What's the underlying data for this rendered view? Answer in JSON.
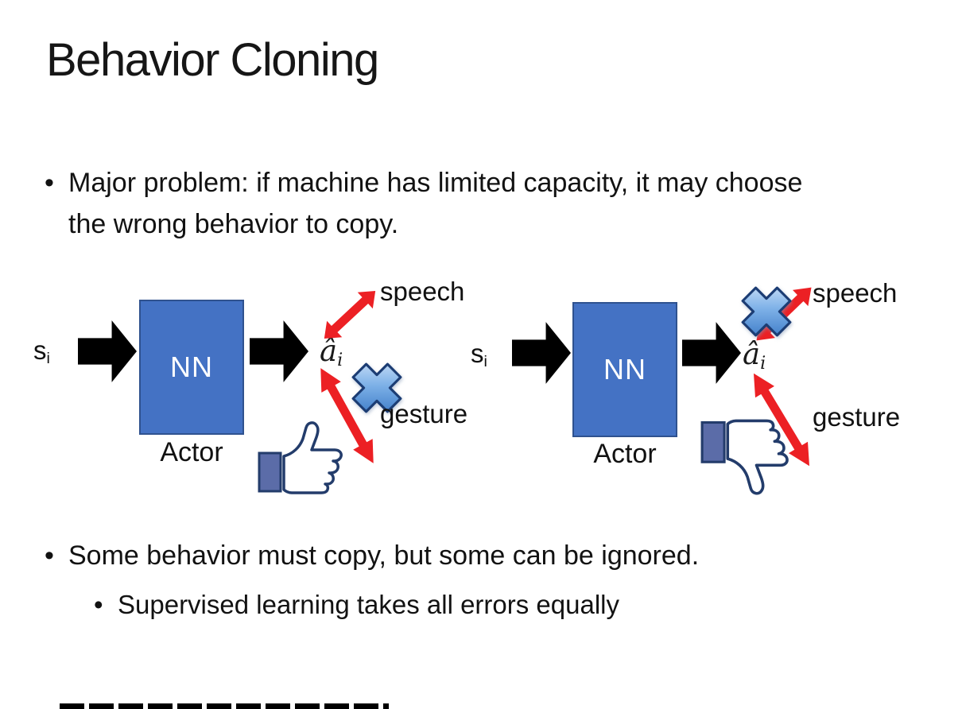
{
  "slide": {
    "title": "Behavior Cloning",
    "bullets": [
      {
        "level": 1,
        "text": "Major problem: if machine has limited capacity, it may choose the wrong behavior to copy."
      },
      {
        "level": 1,
        "text": "Some behavior must copy, but some can be ignored."
      },
      {
        "level": 2,
        "text": "Supervised learning takes all errors equally"
      }
    ]
  },
  "diagram_labels": {
    "input_symbol": "s",
    "input_sub": "i",
    "nn": "NN",
    "actor": "Actor",
    "output_symbol": "â",
    "output_sub": "i",
    "speech": "speech",
    "gesture": "gesture"
  },
  "left_diagram": {
    "feedback_icon": "thumbs-up",
    "crossed_action": "gesture"
  },
  "right_diagram": {
    "feedback_icon": "thumbs-down",
    "crossed_action": "speech"
  },
  "colors": {
    "background": "#FFFFFF",
    "nn_box_fill": "#4472C4",
    "nn_box_border": "#2F528F",
    "nn_text": "#FFFFFF",
    "block_arrow": "#000000",
    "red_arrow": "#EC2024",
    "cross_blue": "#4A8FD4",
    "cross_outline": "#1C3D74",
    "thumb_outline": "#233C6B",
    "thumb_sleeve": "#5B6CA8",
    "text": "#141414"
  }
}
